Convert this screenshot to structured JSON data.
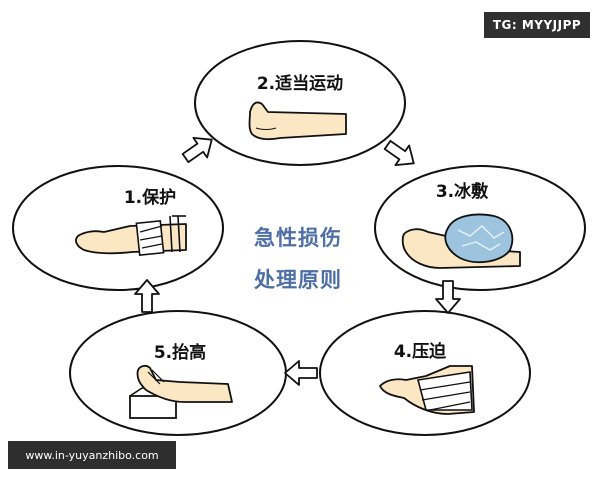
{
  "badges": {
    "telegram": "TG: MYYJJPP",
    "website": "www.in-yuyanzhibo.com"
  },
  "center": {
    "line1": "急性损伤",
    "line2": "处理原则"
  },
  "steps": [
    {
      "label": "1.保护",
      "icon": "bandaged-foot-icon"
    },
    {
      "label": "2.适当运动",
      "icon": "leg-icon"
    },
    {
      "label": "3.冰敷",
      "icon": "ice-pack-foot-icon"
    },
    {
      "label": "4.压迫",
      "icon": "wrapped-leg-icon"
    },
    {
      "label": "5.抬高",
      "icon": "elevated-leg-icon"
    }
  ],
  "colors": {
    "outline": "#111111",
    "skin": "#fbe7c3",
    "center_text": "#4e6fa6",
    "ice": "#9cc4df",
    "arrow_fill": "#ffffff"
  }
}
